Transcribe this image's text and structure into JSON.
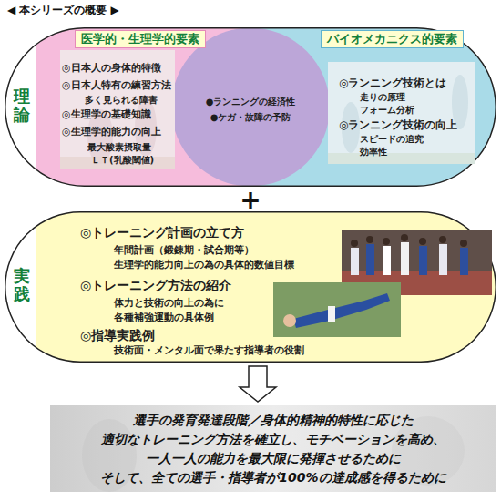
{
  "diagram": {
    "title": "◀ 本シリーズの概要 ▶",
    "nodes": [
      {
        "text": [
          "理論"
        ]
      },
      {
        "text": [
          "医学的・生理学的要素",
          "◎日本人の身体的特徴",
          "◎日本人特有の練習方法",
          "多く見られる障害",
          "◎生理学の基礎知識",
          "◎生理学的能力の向上",
          "最大酸素摂取量",
          "ＬＴ(乳酸閾値)"
        ],
        "in": 0
      },
      {
        "text": [
          "●ランニングの経済性",
          "●ケガ・故障の予防"
        ],
        "in": 0
      },
      {
        "text": [
          "バイオメカニクス的要素",
          "◎ランニング技術とは",
          "走りの原理",
          "フォーム分析",
          "◎ランニング技術の向上",
          "スピードの追究",
          "効率性"
        ],
        "in": 0
      },
      {
        "text": [
          "実践",
          "◎トレーニング計画の立て方",
          "年間計画（鍛錬期・試合期等）",
          "生理学的能力向上の為の具体的数値目標",
          "◎トレーニング方法の紹介",
          "体力と技術の向上の為に",
          "各種補強運動の具体例",
          "◎指導実践例",
          "技術面・メンタル面で果たす指導者の役割"
        ]
      },
      {
        "text": [
          "選手の発育発達段階／身体的精神的特性に応じた",
          "適切なトレーニング方法を確立し、モチベーションを高め、",
          "一人一人の能力を最大限に発揮させるために",
          "そして、全ての選手・指導者が100%の達成感を得るために"
        ]
      }
    ],
    "edges": [
      {
        "from": 4,
        "to": 5,
        "arrow": "to"
      }
    ],
    "labels": [
      "+"
    ]
  }
}
